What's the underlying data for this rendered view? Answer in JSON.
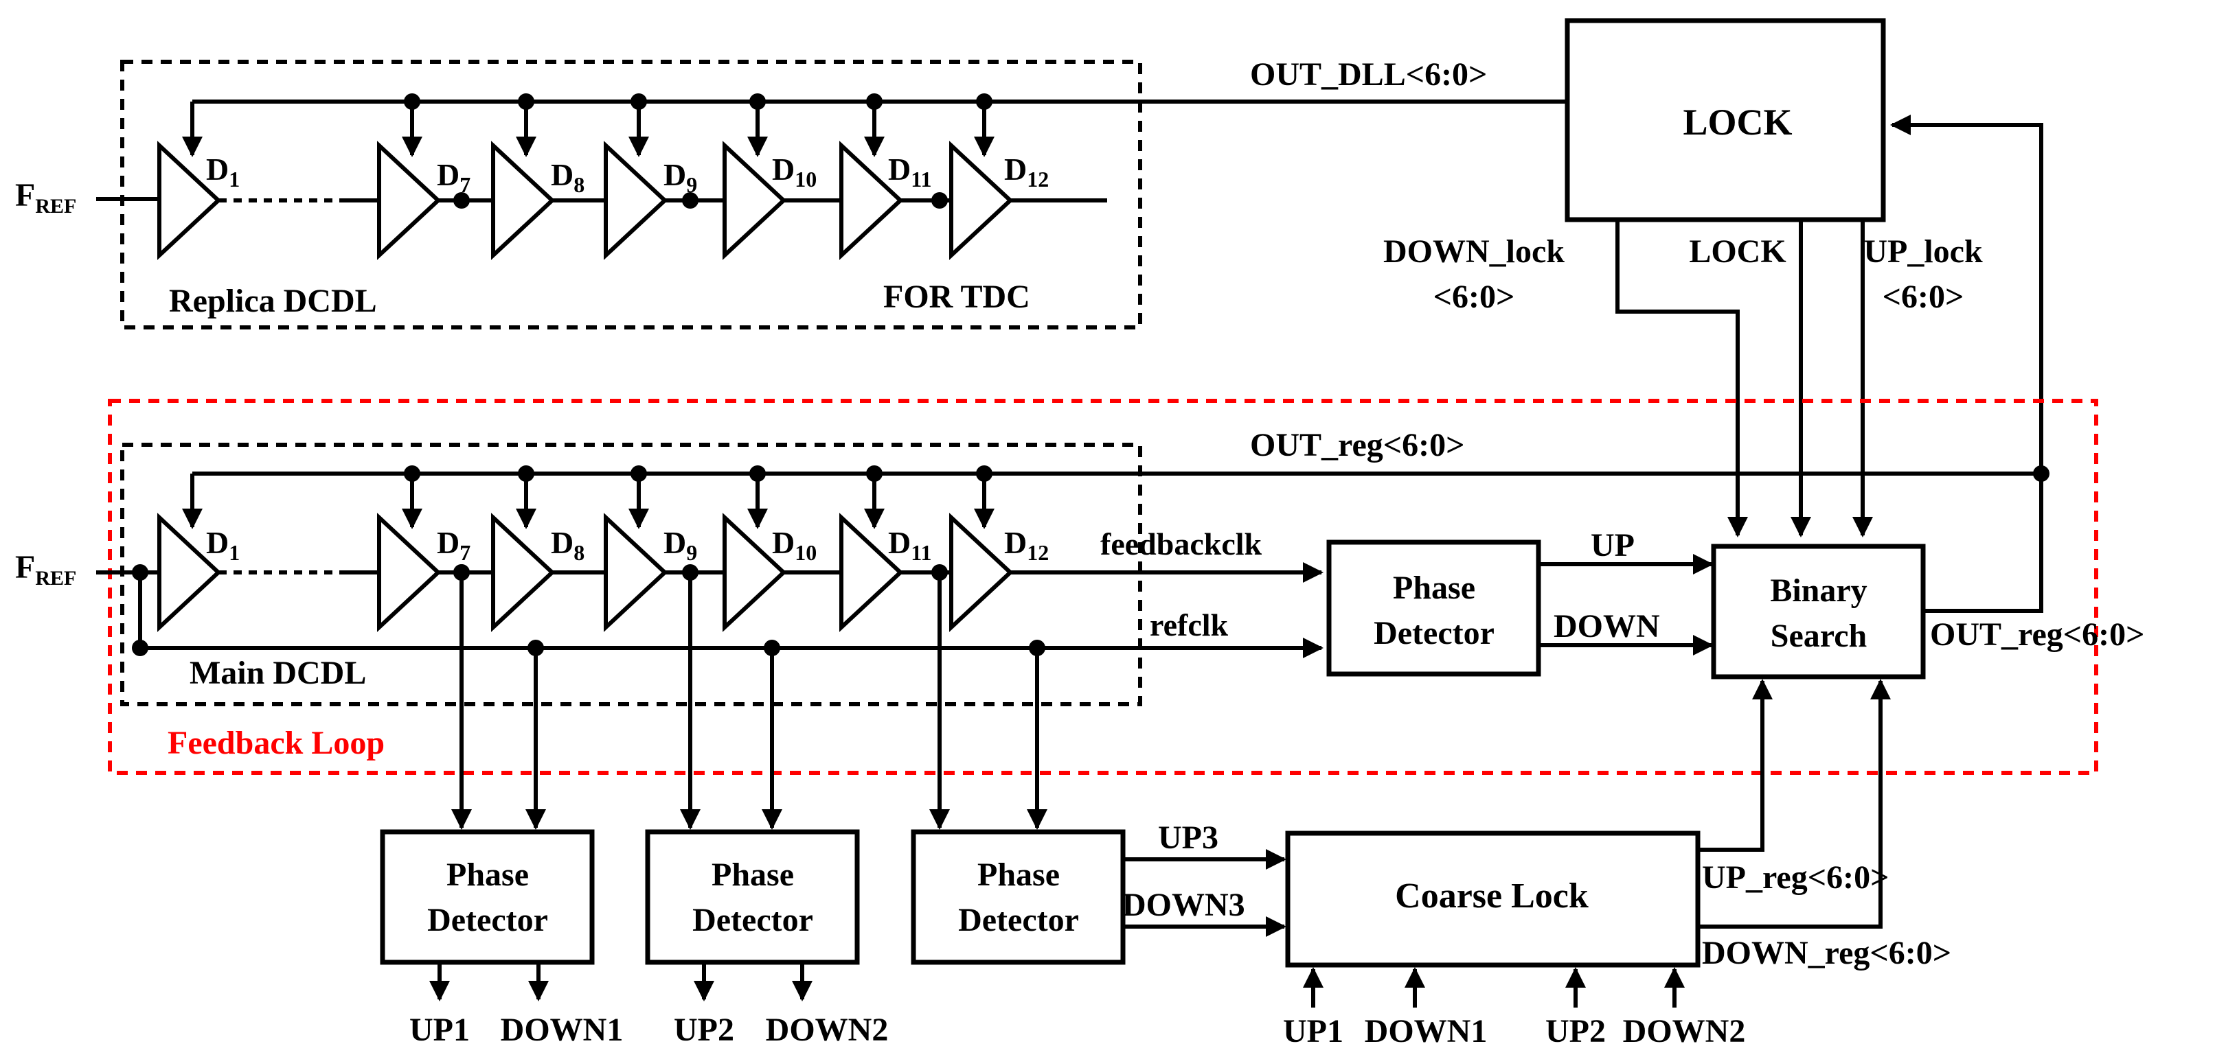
{
  "colors": {
    "ink": "#000000",
    "feedback": "#ff0000",
    "background": "#ffffff"
  },
  "replica": {
    "title": "Replica DCDL",
    "tdc_label": "FOR TDC",
    "input_main": "F",
    "input_sub": "REF",
    "out_bus": "OUT_DLL<6:0>"
  },
  "main": {
    "title": "Main DCDL",
    "input_main": "F",
    "input_sub": "REF",
    "reg_bus_top": "OUT_reg<6:0>",
    "reg_bus_right": "OUT_reg<6:0>",
    "feedbackclk": "feedbackclk",
    "refclk": "refclk"
  },
  "delay_cells": {
    "letter": "D",
    "subs": [
      "1",
      "7",
      "8",
      "9",
      "10",
      "11",
      "12"
    ]
  },
  "feedback_loop_label": "Feedback Loop",
  "lock_block": {
    "title": "LOCK",
    "down_lock_1": "DOWN_lock",
    "down_lock_2": "<6:0>",
    "lock_out": "LOCK",
    "up_lock_1": "UP_lock",
    "up_lock_2": "<6:0>"
  },
  "phase_detector": {
    "line1": "Phase",
    "line2": "Detector"
  },
  "main_pd": {
    "up": "UP",
    "down": "DOWN"
  },
  "binary_search": {
    "line1": "Binary",
    "line2": "Search"
  },
  "coarse_lock": {
    "title": "Coarse Lock",
    "in_up3": "UP3",
    "in_down3": "DOWN3",
    "up_reg": "UP_reg<6:0>",
    "down_reg": "DOWN_reg<6:0>",
    "bottom_inputs": [
      "UP1",
      "DOWN1",
      "UP2",
      "DOWN2"
    ]
  },
  "pd_outputs": [
    "UP1",
    "DOWN1",
    "UP2",
    "DOWN2"
  ]
}
